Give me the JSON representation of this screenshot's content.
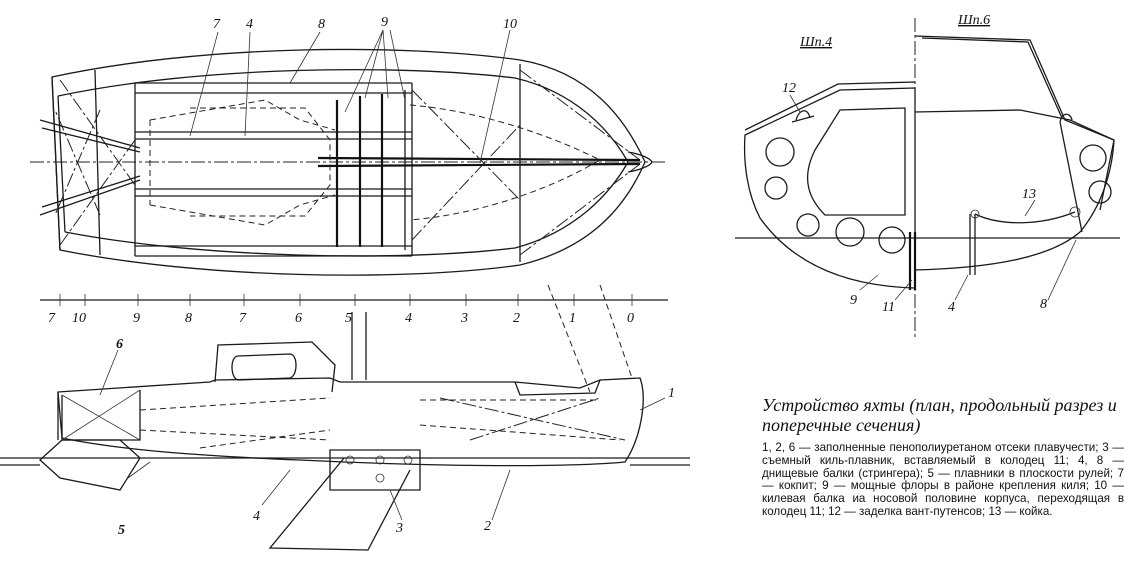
{
  "caption": {
    "title": "Устройство яхты (план, продольный разрез и поперечные сечения)",
    "legend": "1, 2, 6 — заполненные пенополиуретаном отсеки плавучести; 3 — съемный киль-плавник, вставляемый в колодец 11; 4, 8 — днищевые балки (стрингера); 5 — плавники в плоскости рулей; 7 — кокпит; 9 — мощные флоры в районе крепления киля; 10 — килевая балка иа носовой половине корпуса, переходящая в колодец 11; 12 — заделка вант-путенсов; 13 — койка."
  },
  "plan_view": {
    "labels": [
      "7",
      "4",
      "8",
      "9",
      "10"
    ]
  },
  "station_scale": {
    "labels": [
      "7",
      "10",
      "9",
      "8",
      "7",
      "6",
      "5",
      "4",
      "3",
      "2",
      "1",
      "0"
    ]
  },
  "profile_view": {
    "labels": [
      "6",
      "1",
      "5",
      "4",
      "3",
      "2"
    ]
  },
  "sections": {
    "frame_left": "Шп.4",
    "frame_right": "Шп.6",
    "labels": [
      "12",
      "13",
      "9",
      "11",
      "4",
      "8"
    ]
  }
}
